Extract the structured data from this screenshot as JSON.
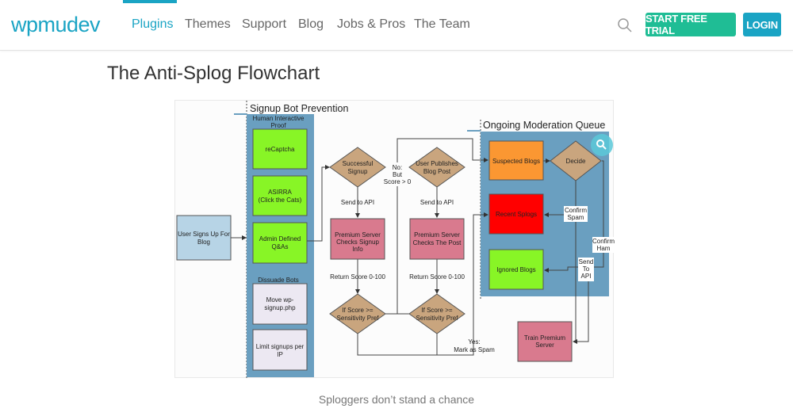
{
  "header": {
    "logo": "wpmudev",
    "nav": [
      "Plugins",
      "Themes",
      "Support",
      "Blog",
      "Jobs & Pros",
      "The Team"
    ],
    "active_nav": "Plugins",
    "start_trial": "START FREE TRIAL",
    "login": "LOGIN",
    "colors": {
      "brand": "#1aa4c4",
      "trial": "#1fbd95"
    }
  },
  "article": {
    "title": "The Anti-Splog Flowchart",
    "caption": "Sploggers don’t stand a chance"
  },
  "flowchart": {
    "signup_title": "Signup Bot Prevention",
    "hip": [
      "Human Interactive",
      "Proof"
    ],
    "recaptcha": "reCaptcha",
    "asirra": [
      "ASIRRA",
      "(Click the Cats)"
    ],
    "admin_qa": [
      "Admin Defined",
      "Q&As"
    ],
    "dissuade": "Dissuade Bots",
    "move_signup": [
      "Move wp-",
      "signup.php"
    ],
    "limit_signups": [
      "Limit signups per",
      "IP"
    ],
    "user_signs_up": [
      "User Signs Up For",
      "Blog"
    ],
    "successful_signup": [
      "Successful",
      "Signup"
    ],
    "send_api": "Send to API",
    "check_signup": [
      "Premium Server",
      "Checks Signup",
      "Info"
    ],
    "return_score": "Return Score 0-100",
    "if_score": [
      "If Score >=",
      "Sensitivity Pref"
    ],
    "no_but": [
      "No:",
      "But",
      "Score > 0"
    ],
    "user_publishes": [
      "User Publishes",
      "Blog Post"
    ],
    "check_post": [
      "Premium Server",
      "Checks The Post"
    ],
    "yes_spam": [
      "Yes:",
      "Mark as Spam"
    ],
    "moderation_title": "Ongoing Moderation Queue",
    "suspected": "Suspected Blogs",
    "decide": "Decide",
    "recent_splogs": "Recent Splogs",
    "confirm_spam": [
      "Confirm",
      "Spam"
    ],
    "confirm_ham": [
      "Confirm",
      "Ham"
    ],
    "ignored": "Ignored Blogs",
    "send_to_api": [
      "Send",
      "To",
      "API"
    ],
    "train": [
      "Train Premium",
      "Server"
    ]
  }
}
